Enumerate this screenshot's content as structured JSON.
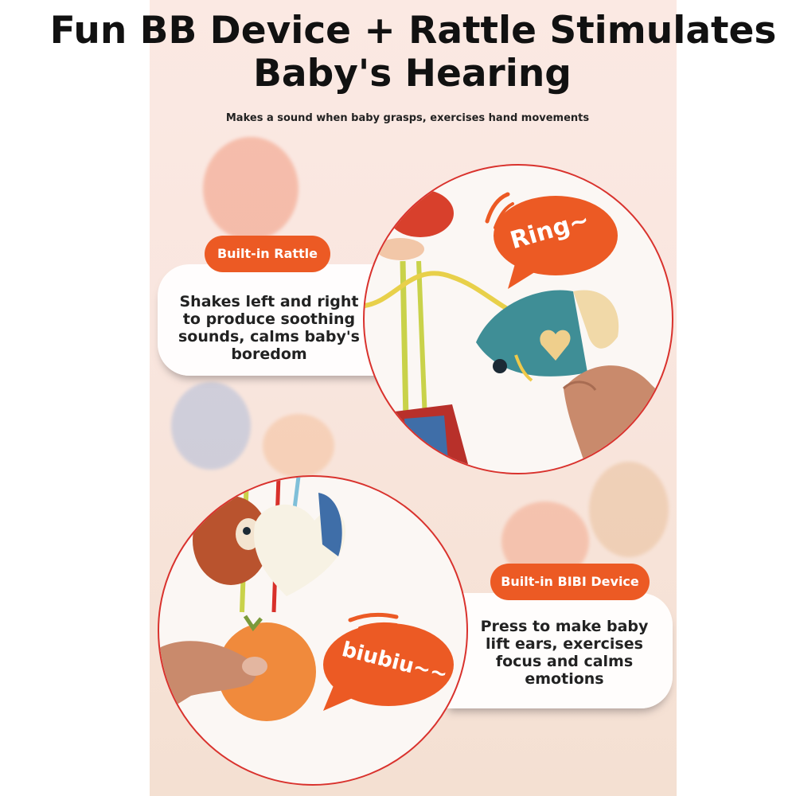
{
  "header": {
    "title_line1": "Fun BB Device + Rattle Stimulates",
    "title_line2": "Baby's Hearing",
    "subtitle": "Makes a sound when baby grasps, exercises hand movements"
  },
  "rattle": {
    "label": "Built-in Rattle",
    "description": "Shakes left and right to produce soothing sounds, calms baby's boredom",
    "sound": "Ring~"
  },
  "bibi": {
    "label": "Built-in BIBI Device",
    "description": "Press to make baby lift ears, exercises focus and calms emotions",
    "sound": "biubiu~~"
  },
  "colors": {
    "accent": "#ec5a24",
    "circle_border": "#d9322d",
    "panel_bg": "#fbe9e3"
  }
}
